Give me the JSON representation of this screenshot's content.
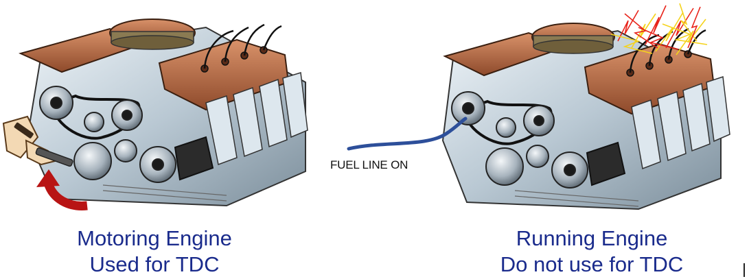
{
  "left": {
    "caption_line1": "Motoring Engine",
    "caption_line2": "Used for TDC",
    "arrow_color": "#b81414",
    "icons": [
      "v8-engine-icon",
      "hand-crank-icon",
      "rotation-arrow-icon"
    ]
  },
  "right": {
    "caption_line1": "Running Engine",
    "caption_line2": "Do not use for TDC",
    "spark_colors": [
      "#e8231a",
      "#f5d31c"
    ],
    "icons": [
      "v8-engine-icon",
      "ignition-spark-icon",
      "fuel-line-icon"
    ]
  },
  "fuel_line": {
    "label": "FUEL LINE ON",
    "color": "#2d4f9a"
  },
  "colors": {
    "caption_text": "#1a2b8c",
    "valve_cover": "#b5673e",
    "block_steel": "#c9d6df"
  }
}
